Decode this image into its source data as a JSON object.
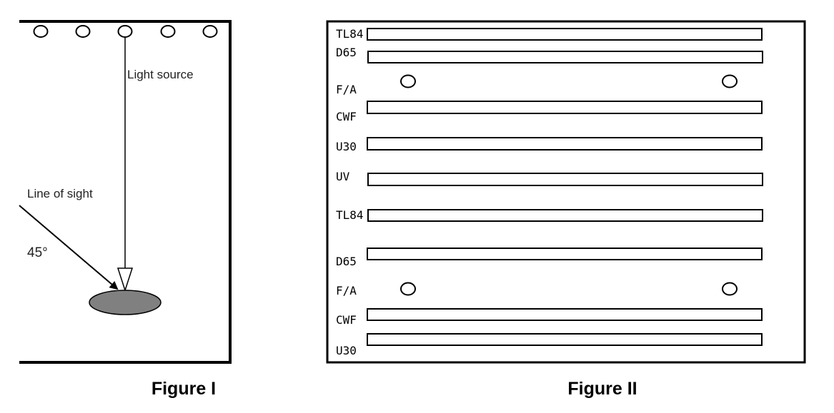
{
  "figure1": {
    "caption": "Figure I",
    "light_source_label": "Light source",
    "line_of_sight_label": "Line of sight",
    "angle_label": "45°"
  },
  "figure2": {
    "caption": "Figure II",
    "rows": [
      {
        "label": "TL84",
        "kind": "tube"
      },
      {
        "label": "D65",
        "kind": "tube"
      },
      {
        "label": "F/A",
        "kind": "lamps"
      },
      {
        "label": "CWF",
        "kind": "tube"
      },
      {
        "label": "U30",
        "kind": "tube"
      },
      {
        "label": "UV",
        "kind": "tube"
      },
      {
        "label": "TL84",
        "kind": "tube"
      },
      {
        "label": "D65",
        "kind": "tube"
      },
      {
        "label": "F/A",
        "kind": "lamps"
      },
      {
        "label": "CWF",
        "kind": "tube"
      },
      {
        "label": "U30",
        "kind": "tube"
      }
    ]
  }
}
